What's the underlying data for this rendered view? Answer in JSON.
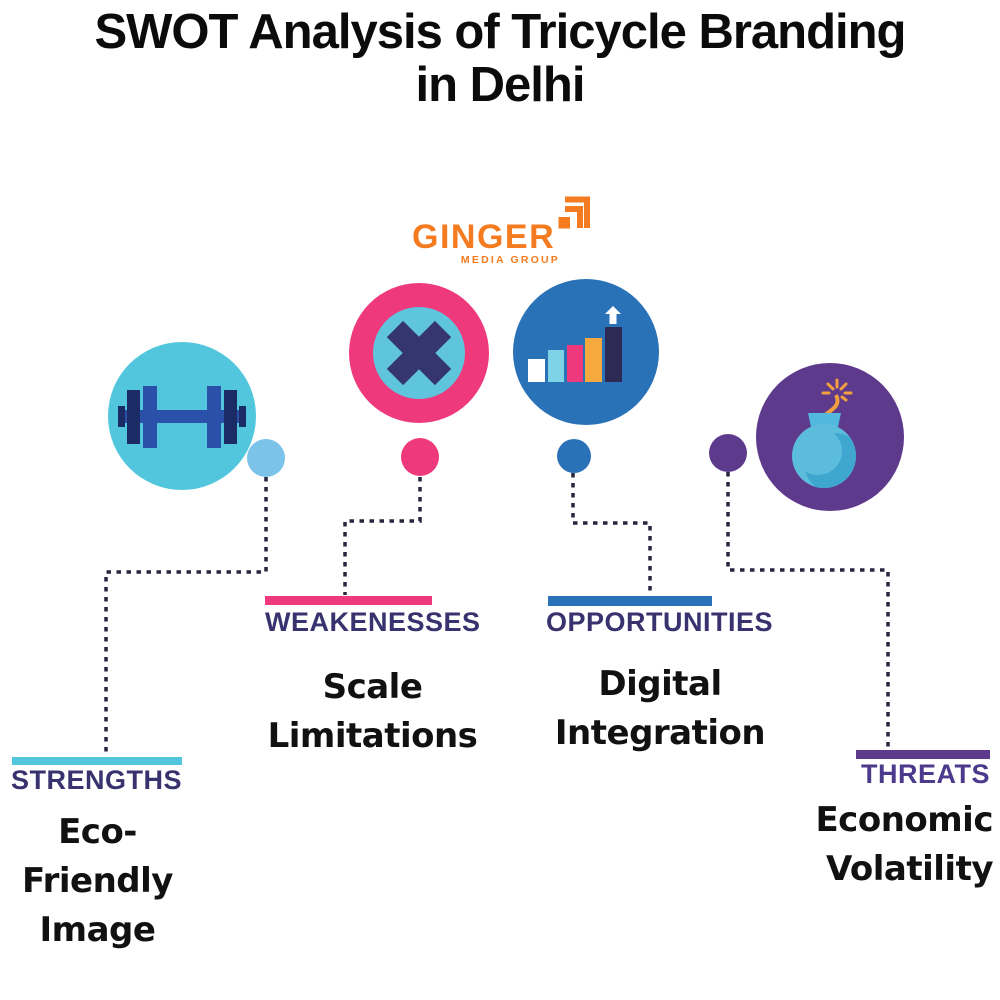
{
  "title": {
    "line1": "SWOT Analysis of Tricycle Branding",
    "line2": "in Delhi"
  },
  "logo": {
    "brand": "GINGER",
    "tagline": "MEDIA GROUP",
    "brand_color": "#F47B20",
    "icon": "stacked-pages-icon"
  },
  "sections": {
    "strengths": {
      "label": "STRENGTHS",
      "item_lines": [
        "Eco-",
        "Friendly",
        "Image"
      ],
      "accent": "#52C6DC",
      "dot_color": "#7CC3EA",
      "label_color": "#38326E",
      "icon": "dumbbell-icon"
    },
    "weaknesses": {
      "label": "WEAKENESSES",
      "item_lines": [
        "Scale",
        "Limitations"
      ],
      "accent": "#EE3A7D",
      "dot_color": "#EE3A7D",
      "label_color": "#38326E",
      "icon": "cross-icon",
      "icon_bg": "#5FC5DC"
    },
    "opportunities": {
      "label": "OPPORTUNITIES",
      "item_lines": [
        "Digital",
        "Integration"
      ],
      "accent": "#2A72B8",
      "dot_color": "#2A72B8",
      "label_color": "#38326E",
      "icon": "growth-chart-icon"
    },
    "threats": {
      "label": "THREATS",
      "item_lines": [
        "Economic",
        "Volatility"
      ],
      "accent": "#5E3A8C",
      "dot_color": "#5E3A8C",
      "label_color": "#4C3A8C",
      "icon": "bomb-icon"
    }
  },
  "connector_color": "#26263F",
  "text_color": "#111111"
}
